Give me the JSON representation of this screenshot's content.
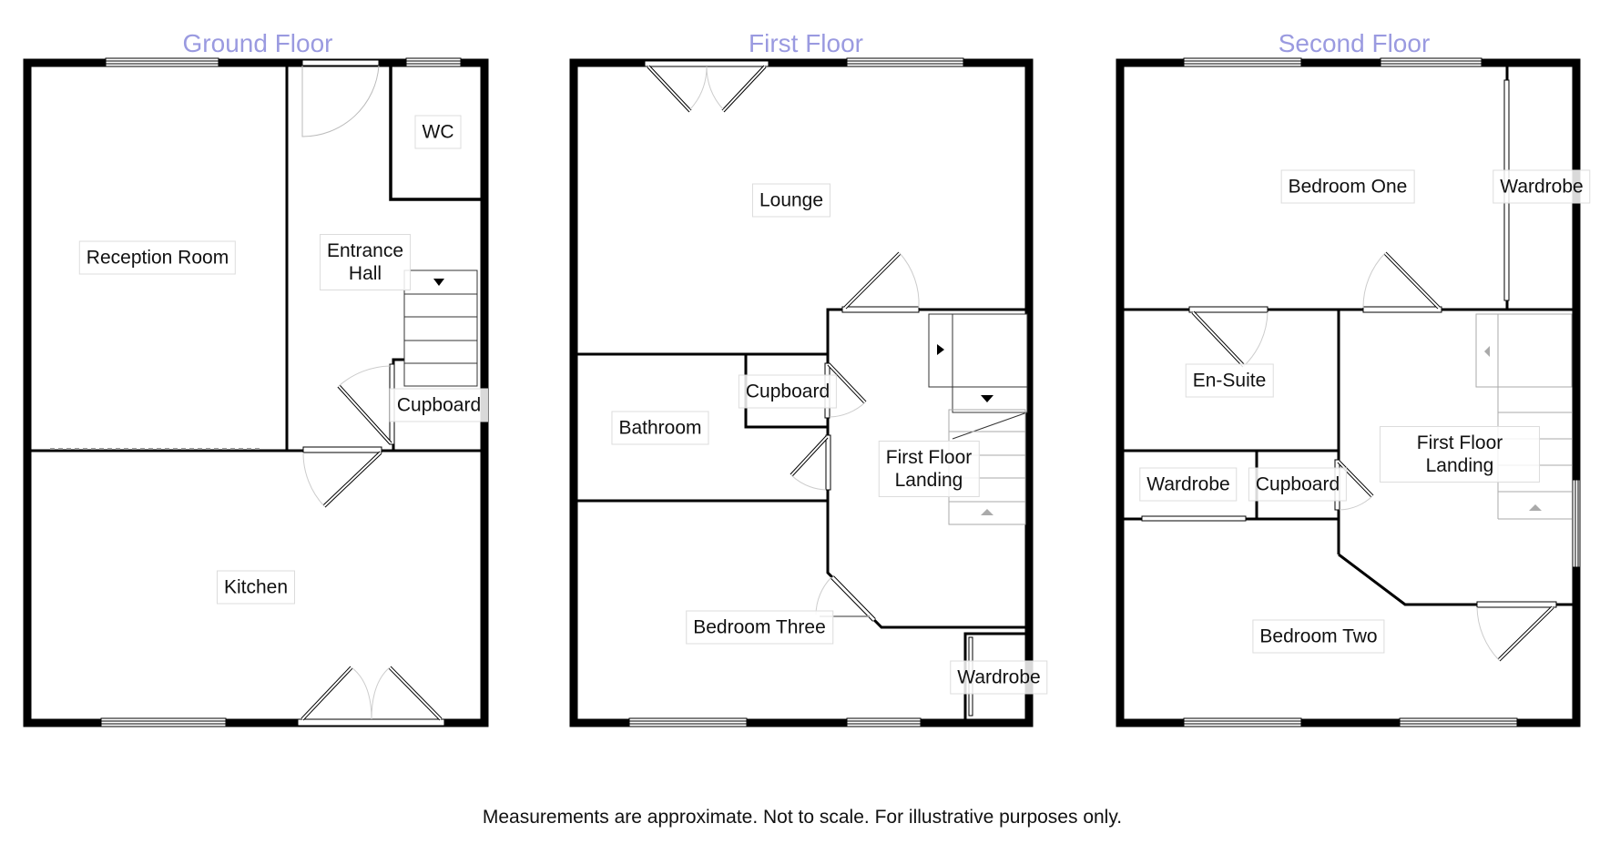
{
  "floors": [
    {
      "title": "Ground Floor",
      "rooms": [
        "Reception Room",
        "Entrance\nHall",
        "WC",
        "Cupboard",
        "Kitchen"
      ]
    },
    {
      "title": "First Floor",
      "rooms": [
        "Lounge",
        "Cupboard",
        "Bathroom",
        "First Floor\nLanding",
        "Bedroom Three",
        "Wardrobe"
      ]
    },
    {
      "title": "Second Floor",
      "rooms": [
        "Bedroom One",
        "Wardrobe",
        "En-Suite",
        "Wardrobe",
        "Cupboard",
        "First Floor Landing",
        "Bedroom Two"
      ]
    }
  ],
  "footer": "Measurements are approximate. Not to scale. For illustrative purposes only.",
  "colors": {
    "title": "#9a9ae0",
    "wall": "#000000",
    "label_border": "#dcdcdc"
  }
}
